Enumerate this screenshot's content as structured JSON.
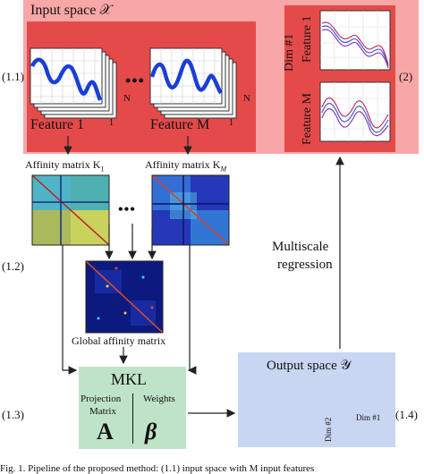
{
  "input_space": {
    "title": "Input space 𝒳",
    "feature_first": "Feature 1",
    "feature_last": "Feature M",
    "ellipsis": "•••",
    "stack_n": "N",
    "stack_1": "1",
    "stack_n2": "N",
    "stack_12": "1"
  },
  "right_block": {
    "dim_label": "Dim #1",
    "feature_first": "Feature 1",
    "feature_last": "Feature M"
  },
  "step_labels": {
    "s11": "(1.1)",
    "s12": "(1.2)",
    "s13": "(1.3)",
    "s14": "(1.4)",
    "s2": "(2)"
  },
  "affinity": {
    "label_first": "Affinity matrix K",
    "sub_first": "1",
    "label_last": "Affinity matrix K",
    "sub_last": "M",
    "ellipsis": "•••",
    "global_label": "Global affinity matrix"
  },
  "regression": {
    "line1": "Multiscale",
    "line2": "regression"
  },
  "mkl": {
    "title": "MKL",
    "projection_l1": "Projection",
    "projection_l2": "Matrix",
    "weights": "Weights",
    "matrix_symbol": "A",
    "weights_symbol": "β"
  },
  "output_space": {
    "title": "Output space 𝒴",
    "dim1": "Dim #1",
    "dim2": "Dim #2"
  },
  "caption": "Fig. 1. Pipeline of the proposed method: (1.1) input space with M input features"
}
